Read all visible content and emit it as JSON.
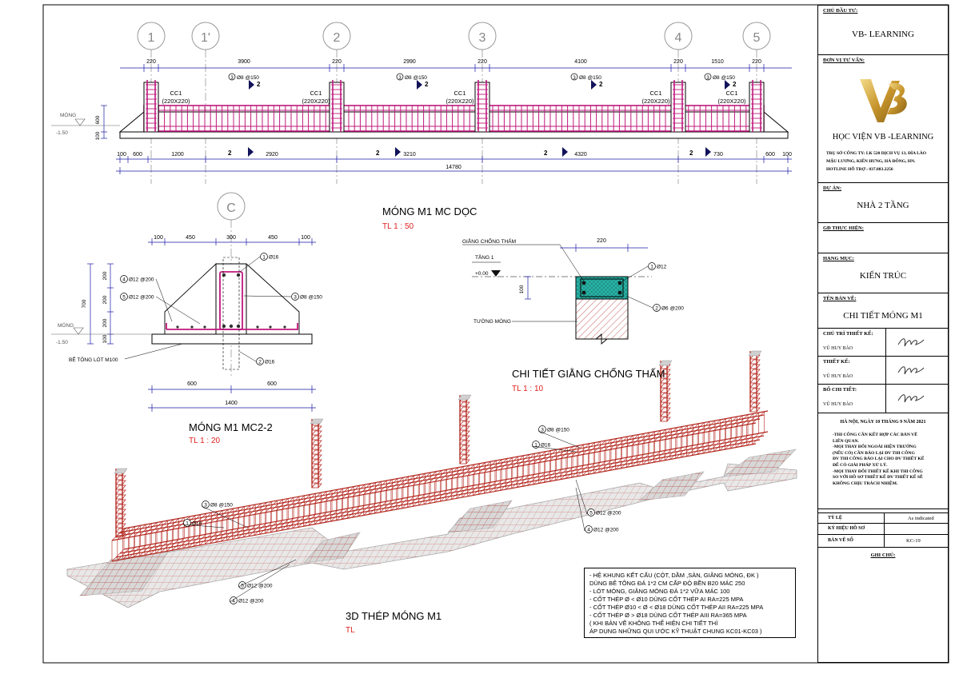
{
  "elevation": {
    "axes": [
      "1",
      "1'",
      "2",
      "3",
      "4",
      "5"
    ],
    "top_dims": [
      "220",
      "3900",
      "220",
      "2990",
      "220",
      "4100",
      "220",
      "1510",
      "220"
    ],
    "bottom_dims": [
      "100",
      "600",
      "1200",
      "2920",
      "3210",
      "4320",
      "730",
      "600",
      "100"
    ],
    "total": "14780",
    "column_label": "CC1",
    "column_size": "(220X220)",
    "stirrup_note": "Ø8 @150",
    "stirrup_num": "3",
    "section_tag": "2",
    "level_label": "MÓNG",
    "level_value": "-1.50",
    "height_dims": [
      "600",
      "100"
    ]
  },
  "titles": {
    "m1_doc": "MÓNG M1  MC DỌC",
    "m1_doc_scale": "TL  1 : 50",
    "m1_mc22": "MÓNG M1  MC2-2",
    "m1_mc22_scale": "TL  1 : 20",
    "gct": "CHI TIẾT GIẰNG CHỐNG THẤM",
    "gct_scale": "TL  1 : 10",
    "td": "3D THÉP MÓNG M1",
    "td_scale": "TL"
  },
  "section22": {
    "axis": "C",
    "top_dims": [
      "100",
      "450",
      "300",
      "450",
      "100"
    ],
    "bottom_dims": [
      "600",
      "600"
    ],
    "total": "1400",
    "height_dims": [
      "200",
      "200",
      "200",
      "100"
    ],
    "height_total": "700",
    "callouts": {
      "c1": "Ø16",
      "c3": "Ø8 @150",
      "c4": "Ø12 @200",
      "c5": "Ø12 @200",
      "c2": "Ø16"
    },
    "lot": "BÊ TÔNG LÓT M100",
    "level_label": "MÓNG",
    "level_value": "-1.50"
  },
  "gct": {
    "width": "220",
    "height": "100",
    "label_giang": "GIẰNG CHỐNG THẤM",
    "label_tang": "TẦNG 1",
    "level": "+0.00",
    "label_tuong": "TƯỜNG MÓNG",
    "c1": "Ø12",
    "c2": "Ø6 @200"
  },
  "iso": {
    "c3a": "Ø8 @150",
    "c1a": "Ø16",
    "c5a": "Ø12 @200",
    "c4a": "Ø12 @200",
    "c3b": "Ø8 @150",
    "c1b": "Ø16",
    "c5b": "Ø12 @200",
    "c4b": "Ø12 @200"
  },
  "notes": [
    "- HỆ KHUNG KẾT CẤU (CỘT, DẦM ,SÀN, GIẰNG MÓNG, ĐK )",
    "   DÙNG BÊ TÔNG ĐÁ 1*2 CM CẤP ĐỘ BỀN B20 MÁC 250",
    "- LÓT MÓNG, GIẰNG MÓNG ĐÁ 1*2 VỮA MÁC 100",
    "- CỐT THÉP Ø < Ø10 DÙNG CỐT THÉP AI RA=225 MPA",
    "- CỐT THÉP Ø10 < Ø < Ø18 DÙNG CỐT THÉP AII RA=225 MPA",
    "- CỐT THÉP Ø > Ø18 DÙNG CỐT THÉP AIII RA=365 MPA",
    "  ( KHI BẢN VẼ KHÔNG THỂ HIỆN CHI TIẾT THÌ",
    "  ÁP DỤNG NHỮNG QUI ƯỚC KỸ THUẬT CHUNG KC01-KC03 )"
  ],
  "titleblock": {
    "chu_dau_tu_label": "CHỦ ĐẦU TƯ:",
    "chu_dau_tu": "VB- LEARNING",
    "don_vi_label": "ĐƠN VỊ TƯ VẤN:",
    "logo_text": "VB",
    "company": "HỌC VIỆN VB -LEARNING",
    "address1": "TRỤ SỞ CÔNG TY:  LK 520  DỊCH VỤ 13, ĐÌA LÀO",
    "address2": "MẬU LƯƠNG, KIẾN HƯNG, HÀ ĐÔNG, HN.",
    "hotline": "HOTLINE HỖ TRỢ : 037.883.2256",
    "du_an_label": "DỰ ÁN:",
    "du_an": "NHÀ 2 TẦNG",
    "gd_label": "GĐ THỰC HIỆN:",
    "hang_muc_label": "HẠNG MỤC:",
    "hang_muc": "KIẾN TRÚC",
    "ten_ban_ve_label": "TÊN BẢN VẼ:",
    "ten_ban_ve": "CHI TIẾT MÓNG M1",
    "chu_tri_label": "CHỦ TRÌ THIẾT KẾ:",
    "chu_tri": "VŨ HUY BẢO",
    "thiet_ke_label": "THIẾT KẾ:",
    "thiet_ke": "VŨ HUY BẢO",
    "bo_chi_tiet_label": "BỔ CHI TIẾT:",
    "bo_chi_tiet": "VŨ HUY BẢO",
    "date": "HÀ NỘI, NGÀY 10 THÁNG  9 NĂM 2021",
    "remarks": [
      "-THI CÔNG CẦN KẾT HỢP CÁC BẢN VẼ",
      "LIÊN QUAN.",
      "-MỌI THAY ĐỔI NGOÀI HIỆN TRƯỜNG",
      "(NẾU CÓ) CẦN BÁO LẠI ĐV THI CÔNG",
      "ĐV THI CÔNG BÁO LẠI CHO ĐV THIẾT KẾ",
      "ĐỂ CÓ GIẢI PHÁP XỬ LÝ.",
      "-MỌI THAY ĐỔI THIẾT KẾ KHI THI CÔNG",
      "SO VỚI HỒ SƠ THIẾT KẾ ĐV THIẾT KẾ SẼ",
      "KHÔNG CHỊU TRÁCH NHIỆM."
    ],
    "ty_le_label": "TỶ LỆ",
    "ty_le": "As indicated",
    "ky_hieu_label": "KÝ HIỆU HỒ SƠ",
    "ban_ve_so_label": "BẢN VẼ SỐ",
    "ban_ve_so": "KC-19",
    "ghi_chu_label": "GHI CHÚ:"
  },
  "colors": {
    "rebar": "#c0187c",
    "iso_rebar": "#b3261e",
    "title_red": "#e02020",
    "dim_blue": "#1a1aa8",
    "concrete_hatch": "#b03030",
    "gct_fill": "#2bb3a6"
  }
}
